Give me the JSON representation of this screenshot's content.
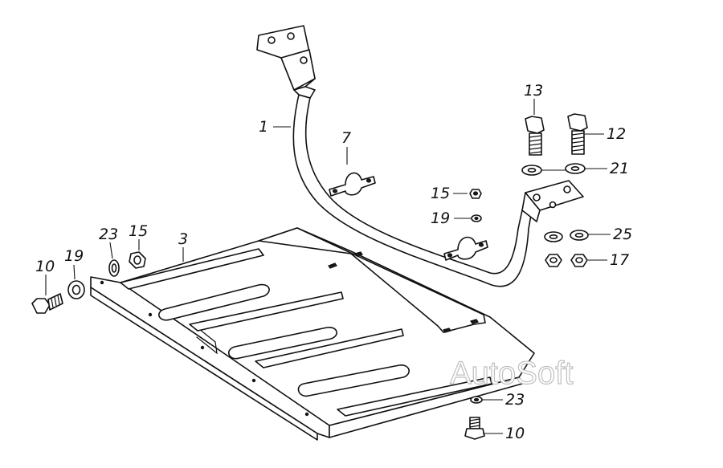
{
  "callouts": {
    "c1": "1",
    "c3": "3",
    "c7": "7",
    "c10a": "10",
    "c10b": "10",
    "c12": "12",
    "c13": "13",
    "c15a": "15",
    "c15b": "15",
    "c17": "17",
    "c19a": "19",
    "c19b": "19",
    "c21": "21",
    "c23a": "23",
    "c23b": "23",
    "c25": "25"
  },
  "watermark": "AutoSoft"
}
